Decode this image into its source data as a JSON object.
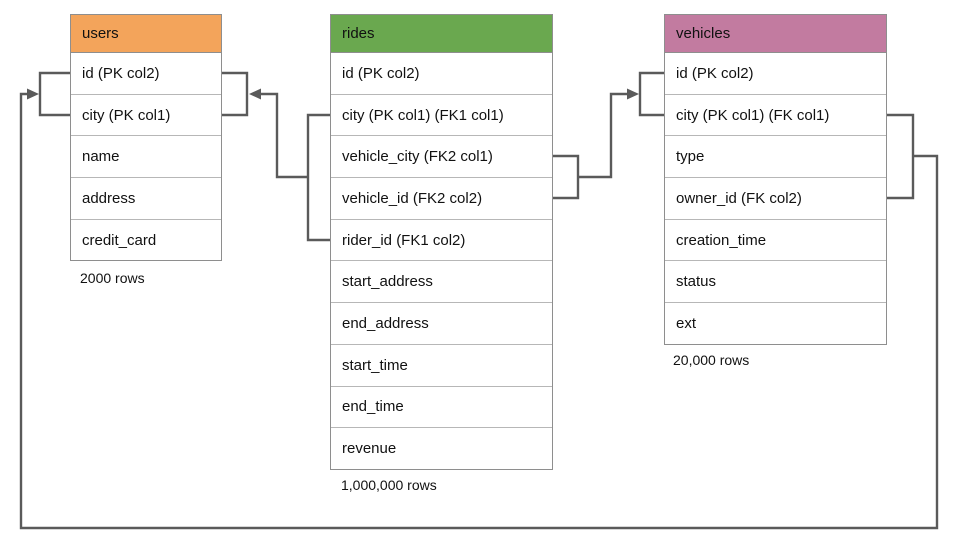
{
  "tables": [
    {
      "name": "users",
      "header_color": "#f3a45b",
      "columns": [
        "id (PK col2)",
        "city (PK col1)",
        "name",
        "address",
        "credit_card"
      ],
      "rows_label": "2000 rows"
    },
    {
      "name": "rides",
      "header_color": "#6aa84f",
      "columns": [
        "id (PK col2)",
        "city (PK col1) (FK1 col1)",
        "vehicle_city (FK2 col1)",
        "vehicle_id (FK2 col2)",
        "rider_id (FK1 col2)",
        "start_address",
        "end_address",
        "start_time",
        "end_time",
        "revenue"
      ],
      "rows_label": "1,000,000 rows"
    },
    {
      "name": "vehicles",
      "header_color": "#c27ba0",
      "columns": [
        "id (PK col2)",
        "city (PK col1) (FK col1)",
        "type",
        "owner_id (FK col2)",
        "creation_time",
        "status",
        "ext"
      ],
      "rows_label": "20,000 rows"
    }
  ],
  "relationships": [
    {
      "name": "rides-to-users",
      "from": "rides (city FK1 col1, rider_id FK1 col2)",
      "to": "users (id PK col2, city PK col1)"
    },
    {
      "name": "rides-to-vehicles",
      "from": "rides (vehicle_city FK2 col1, vehicle_id FK2 col2)",
      "to": "vehicles (id PK col2, city PK col1)"
    },
    {
      "name": "vehicles-to-users",
      "from": "vehicles (city FK col1, owner_id FK col2)",
      "to": "users (id PK col2, city PK col1)"
    }
  ],
  "colors": {
    "connector": "#5a5a5a",
    "table_border": "#8e8e8e",
    "row_divider": "#b7b7b7"
  }
}
